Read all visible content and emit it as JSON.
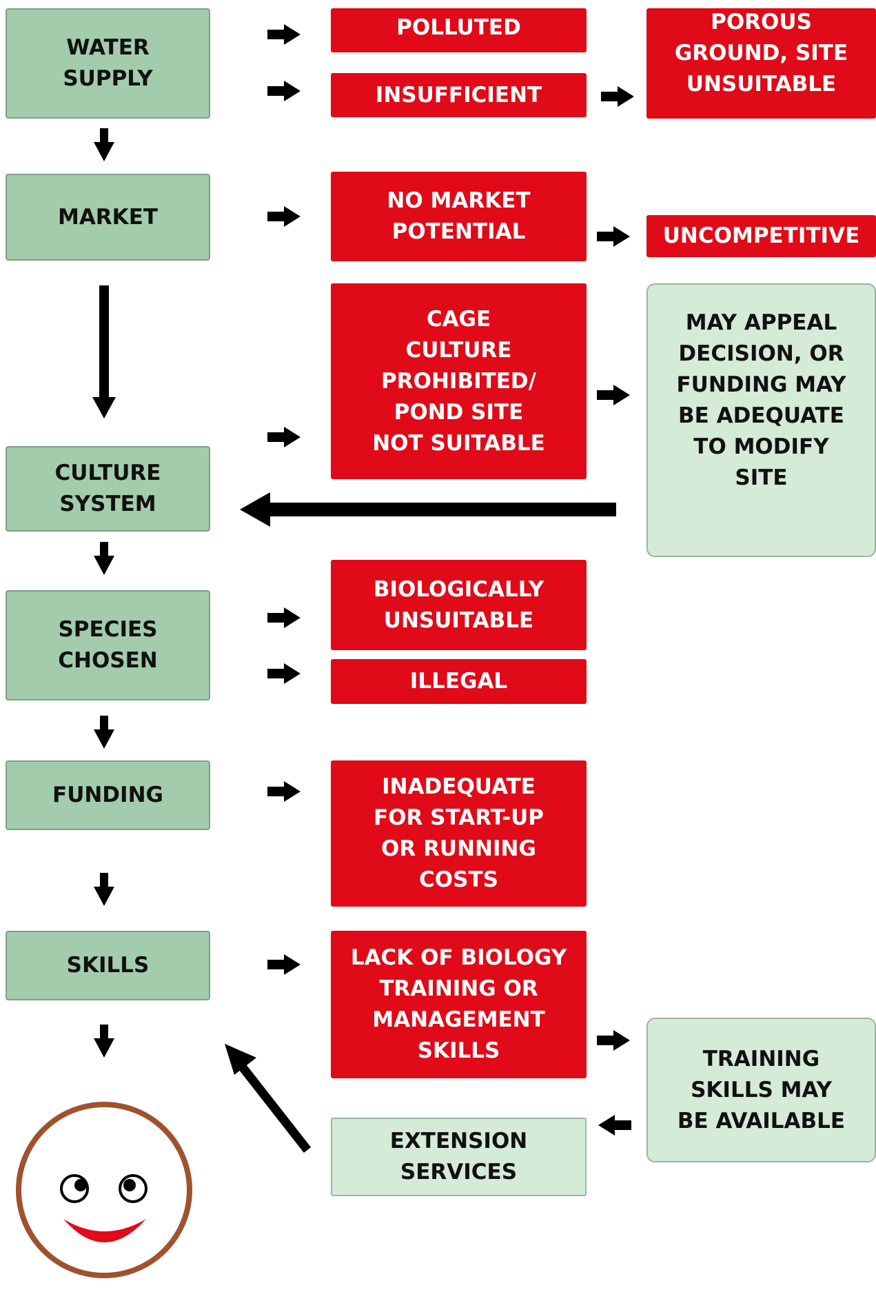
{
  "colors": {
    "green_box": "#a3ccac",
    "light_green_box": "#d4ebd7",
    "red_box": "#e10a18",
    "arrow": "#000000",
    "face_outline": "#a0522d",
    "smile": "#e10a18"
  },
  "steps": {
    "water_supply": "WATER\nSUPPLY",
    "market": "MARKET",
    "culture_system": "CULTURE\nSYSTEM",
    "species_chosen": "SPECIES\nCHOSEN",
    "funding": "FUNDING",
    "skills": "SKILLS"
  },
  "problems": {
    "polluted": "POLLUTED",
    "insufficient": "INSUFFICIENT",
    "porous": "POROUS\nGROUND, SITE\nUNSUITABLE",
    "no_market": "NO MARKET\nPOTENTIAL",
    "uncompetitive": "UNCOMPETITIVE",
    "cage_culture": "CAGE\nCULTURE\nPROHIBITED/\nPOND SITE\nNOT SUITABLE",
    "biologically_unsuitable": "BIOLOGICALLY\nUNSUITABLE",
    "illegal": "ILLEGAL",
    "inadequate_funding": "INADEQUATE\nFOR START-UP\nOR RUNNING\nCOSTS",
    "lack_of_skills": "LACK OF BIOLOGY\nTRAINING OR\nMANAGEMENT\nSKILLS"
  },
  "solutions": {
    "may_appeal": "MAY APPEAL\nDECISION, OR\nFUNDING MAY\nBE ADEQUATE\nTO MODIFY\nSITE",
    "training": "TRAINING\nSKILLS MAY\nBE AVAILABLE",
    "extension": "EXTENSION\nSERVICES"
  },
  "end_icon": "smiley-face-icon"
}
